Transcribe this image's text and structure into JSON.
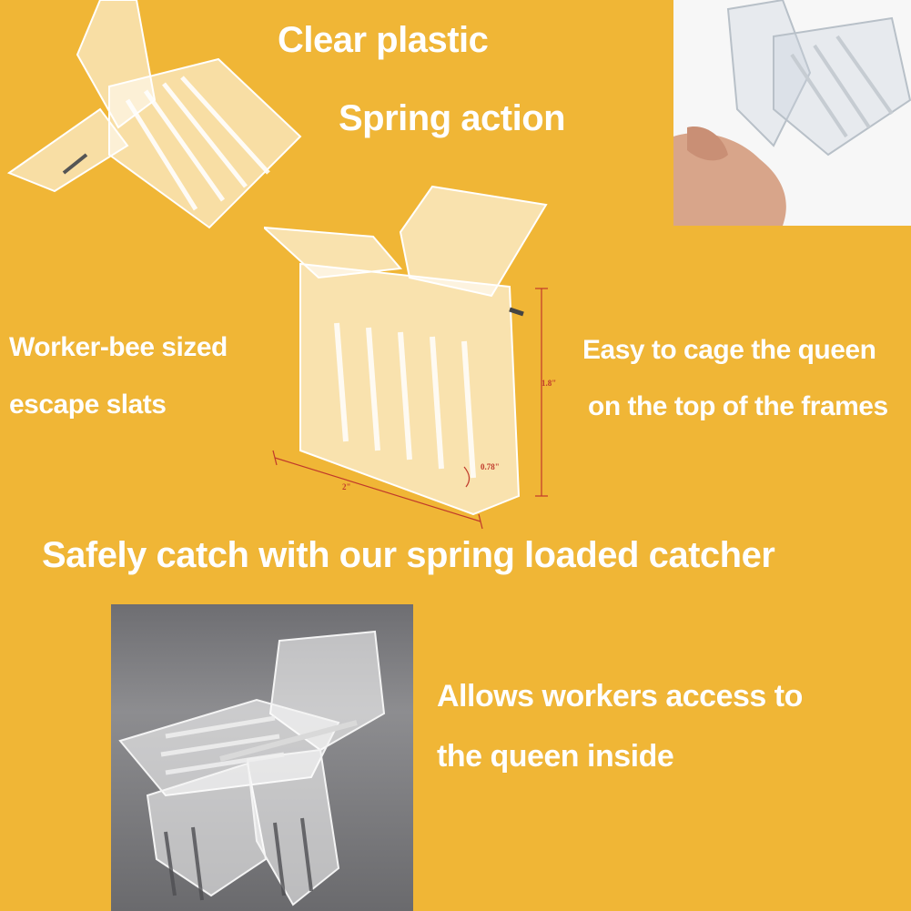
{
  "texts": {
    "clear_plastic": "Clear plastic",
    "spring_action": "Spring action",
    "worker_bee_line1": "Worker-bee sized",
    "worker_bee_line2": "escape slats",
    "easy_cage_line1": "Easy to cage the queen",
    "easy_cage_line2": "on the top of the frames",
    "safely_catch": "Safely catch with our spring loaded catcher",
    "allows_line1": "Allows workers access to",
    "allows_line2": "the queen inside"
  },
  "dimensions": {
    "height": "1.8\"",
    "depth": "0.78\"",
    "width": "2\""
  },
  "colors": {
    "background": "#f0b636",
    "text": "#ffffff",
    "dimension_lines": "#c0392b"
  }
}
